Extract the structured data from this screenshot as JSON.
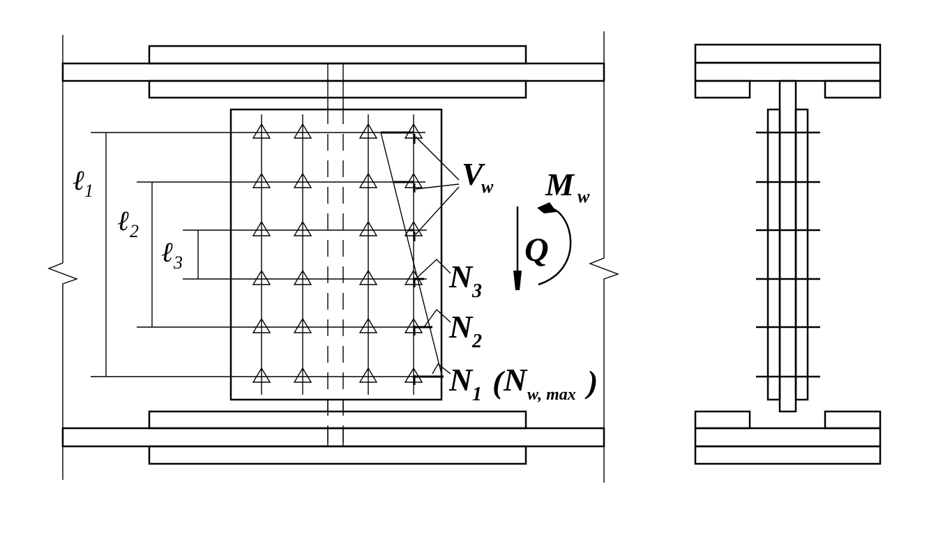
{
  "labels": {
    "l1": "ℓ",
    "l1_sub": "1",
    "l2": "ℓ",
    "l2_sub": "2",
    "l3": "ℓ",
    "l3_sub": "3",
    "Vw": "V",
    "Vw_sub": "w",
    "Mw": "M",
    "Mw_sub": "w",
    "Q": "Q",
    "N3": "N",
    "N3_sub": "3",
    "N2": "N",
    "N2_sub": "2",
    "N1": "N",
    "N1_sub": "1",
    "N1_paren_open": "(",
    "Nwmax": "N",
    "Nwmax_sub": "w, max",
    "N1_paren_close": ")"
  }
}
